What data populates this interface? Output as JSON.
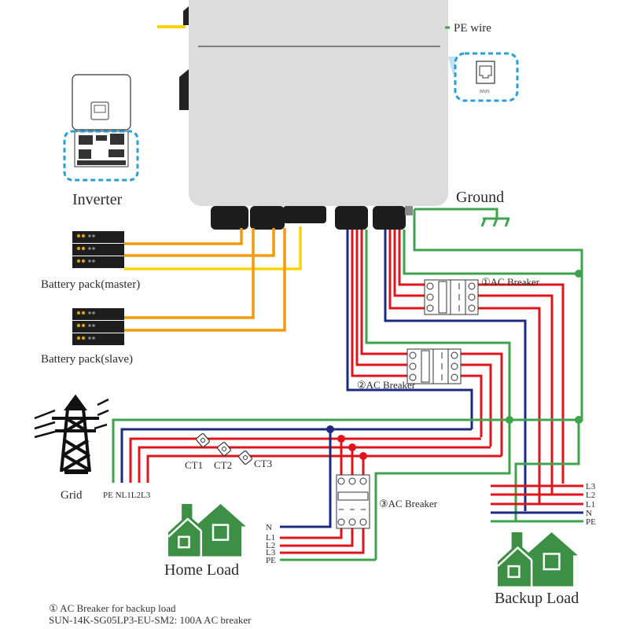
{
  "colors": {
    "pe_wire": "#3fa34d",
    "neutral_wire": "#1c2a80",
    "line_wire": "#e0151b",
    "battery_power_wire": "#f29a0f",
    "battery_comm_wire": "#fad20a",
    "house": "#3c8f44",
    "callout_dash": "#2a9fd6",
    "inverter_body": "#dcdcdc"
  },
  "legend": {
    "pe_wire_label": "PE wire"
  },
  "bms": {
    "label": "BMS"
  },
  "inverter": {
    "label": "Inverter"
  },
  "ground": {
    "label": "Ground"
  },
  "batteries": [
    {
      "label": "Battery pack(master)"
    },
    {
      "label": "Battery pack(slave)"
    }
  ],
  "breakers": [
    {
      "label": "①AC Breaker"
    },
    {
      "label": "②AC Breaker"
    },
    {
      "label": "③AC Breaker"
    }
  ],
  "grid": {
    "label": "Grid",
    "terminal_labels": "PE NL1L2L3"
  },
  "cts": [
    "CT1",
    "CT2",
    "CT3"
  ],
  "home_load": {
    "label": "Home Load",
    "terminals": [
      "N",
      "L1",
      "L2",
      "L3",
      "PE"
    ]
  },
  "backup_load": {
    "label": "Backup Load",
    "terminals": [
      "L3",
      "L2",
      "L1",
      "N",
      "PE"
    ]
  },
  "notes": [
    "① AC Breaker for backup load",
    "SUN-14K-SG05LP3-EU-SM2: 100A AC breaker"
  ]
}
